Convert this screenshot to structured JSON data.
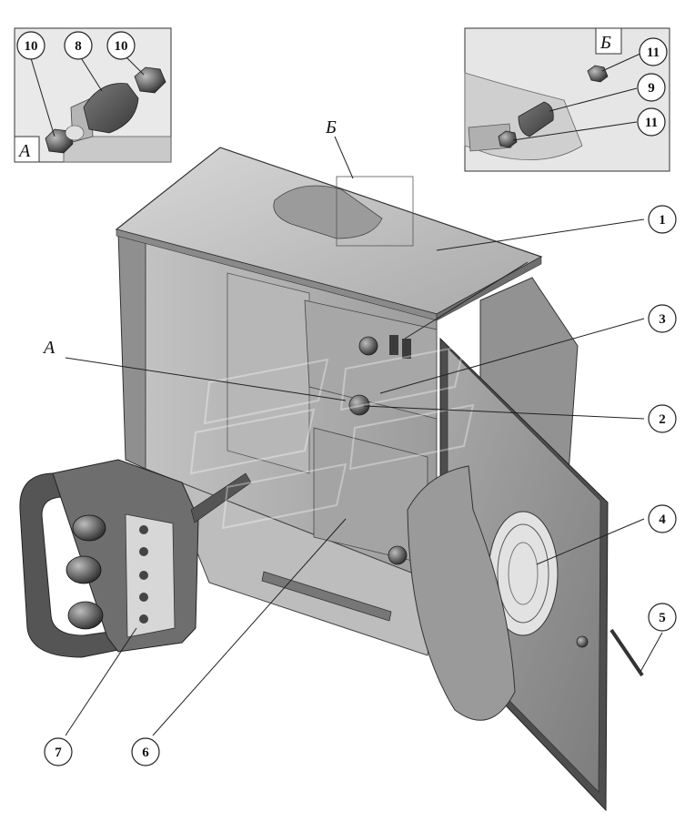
{
  "views": {
    "a_inset_label": "А",
    "b_inset_label": "Б",
    "a_pointer_label": "А",
    "b_pointer_label": "Б"
  },
  "callouts": [
    {
      "id": "c1",
      "text": "1"
    },
    {
      "id": "c2",
      "text": "2"
    },
    {
      "id": "c3",
      "text": "3"
    },
    {
      "id": "c4",
      "text": "4"
    },
    {
      "id": "c5",
      "text": "5"
    },
    {
      "id": "c6",
      "text": "6"
    },
    {
      "id": "c7",
      "text": "7"
    },
    {
      "id": "c8",
      "text": "8"
    },
    {
      "id": "c9",
      "text": "9"
    },
    {
      "id": "c10a",
      "text": "10"
    },
    {
      "id": "c10b",
      "text": "10"
    },
    {
      "id": "c11a",
      "text": "11"
    },
    {
      "id": "c11b",
      "text": "11"
    }
  ]
}
